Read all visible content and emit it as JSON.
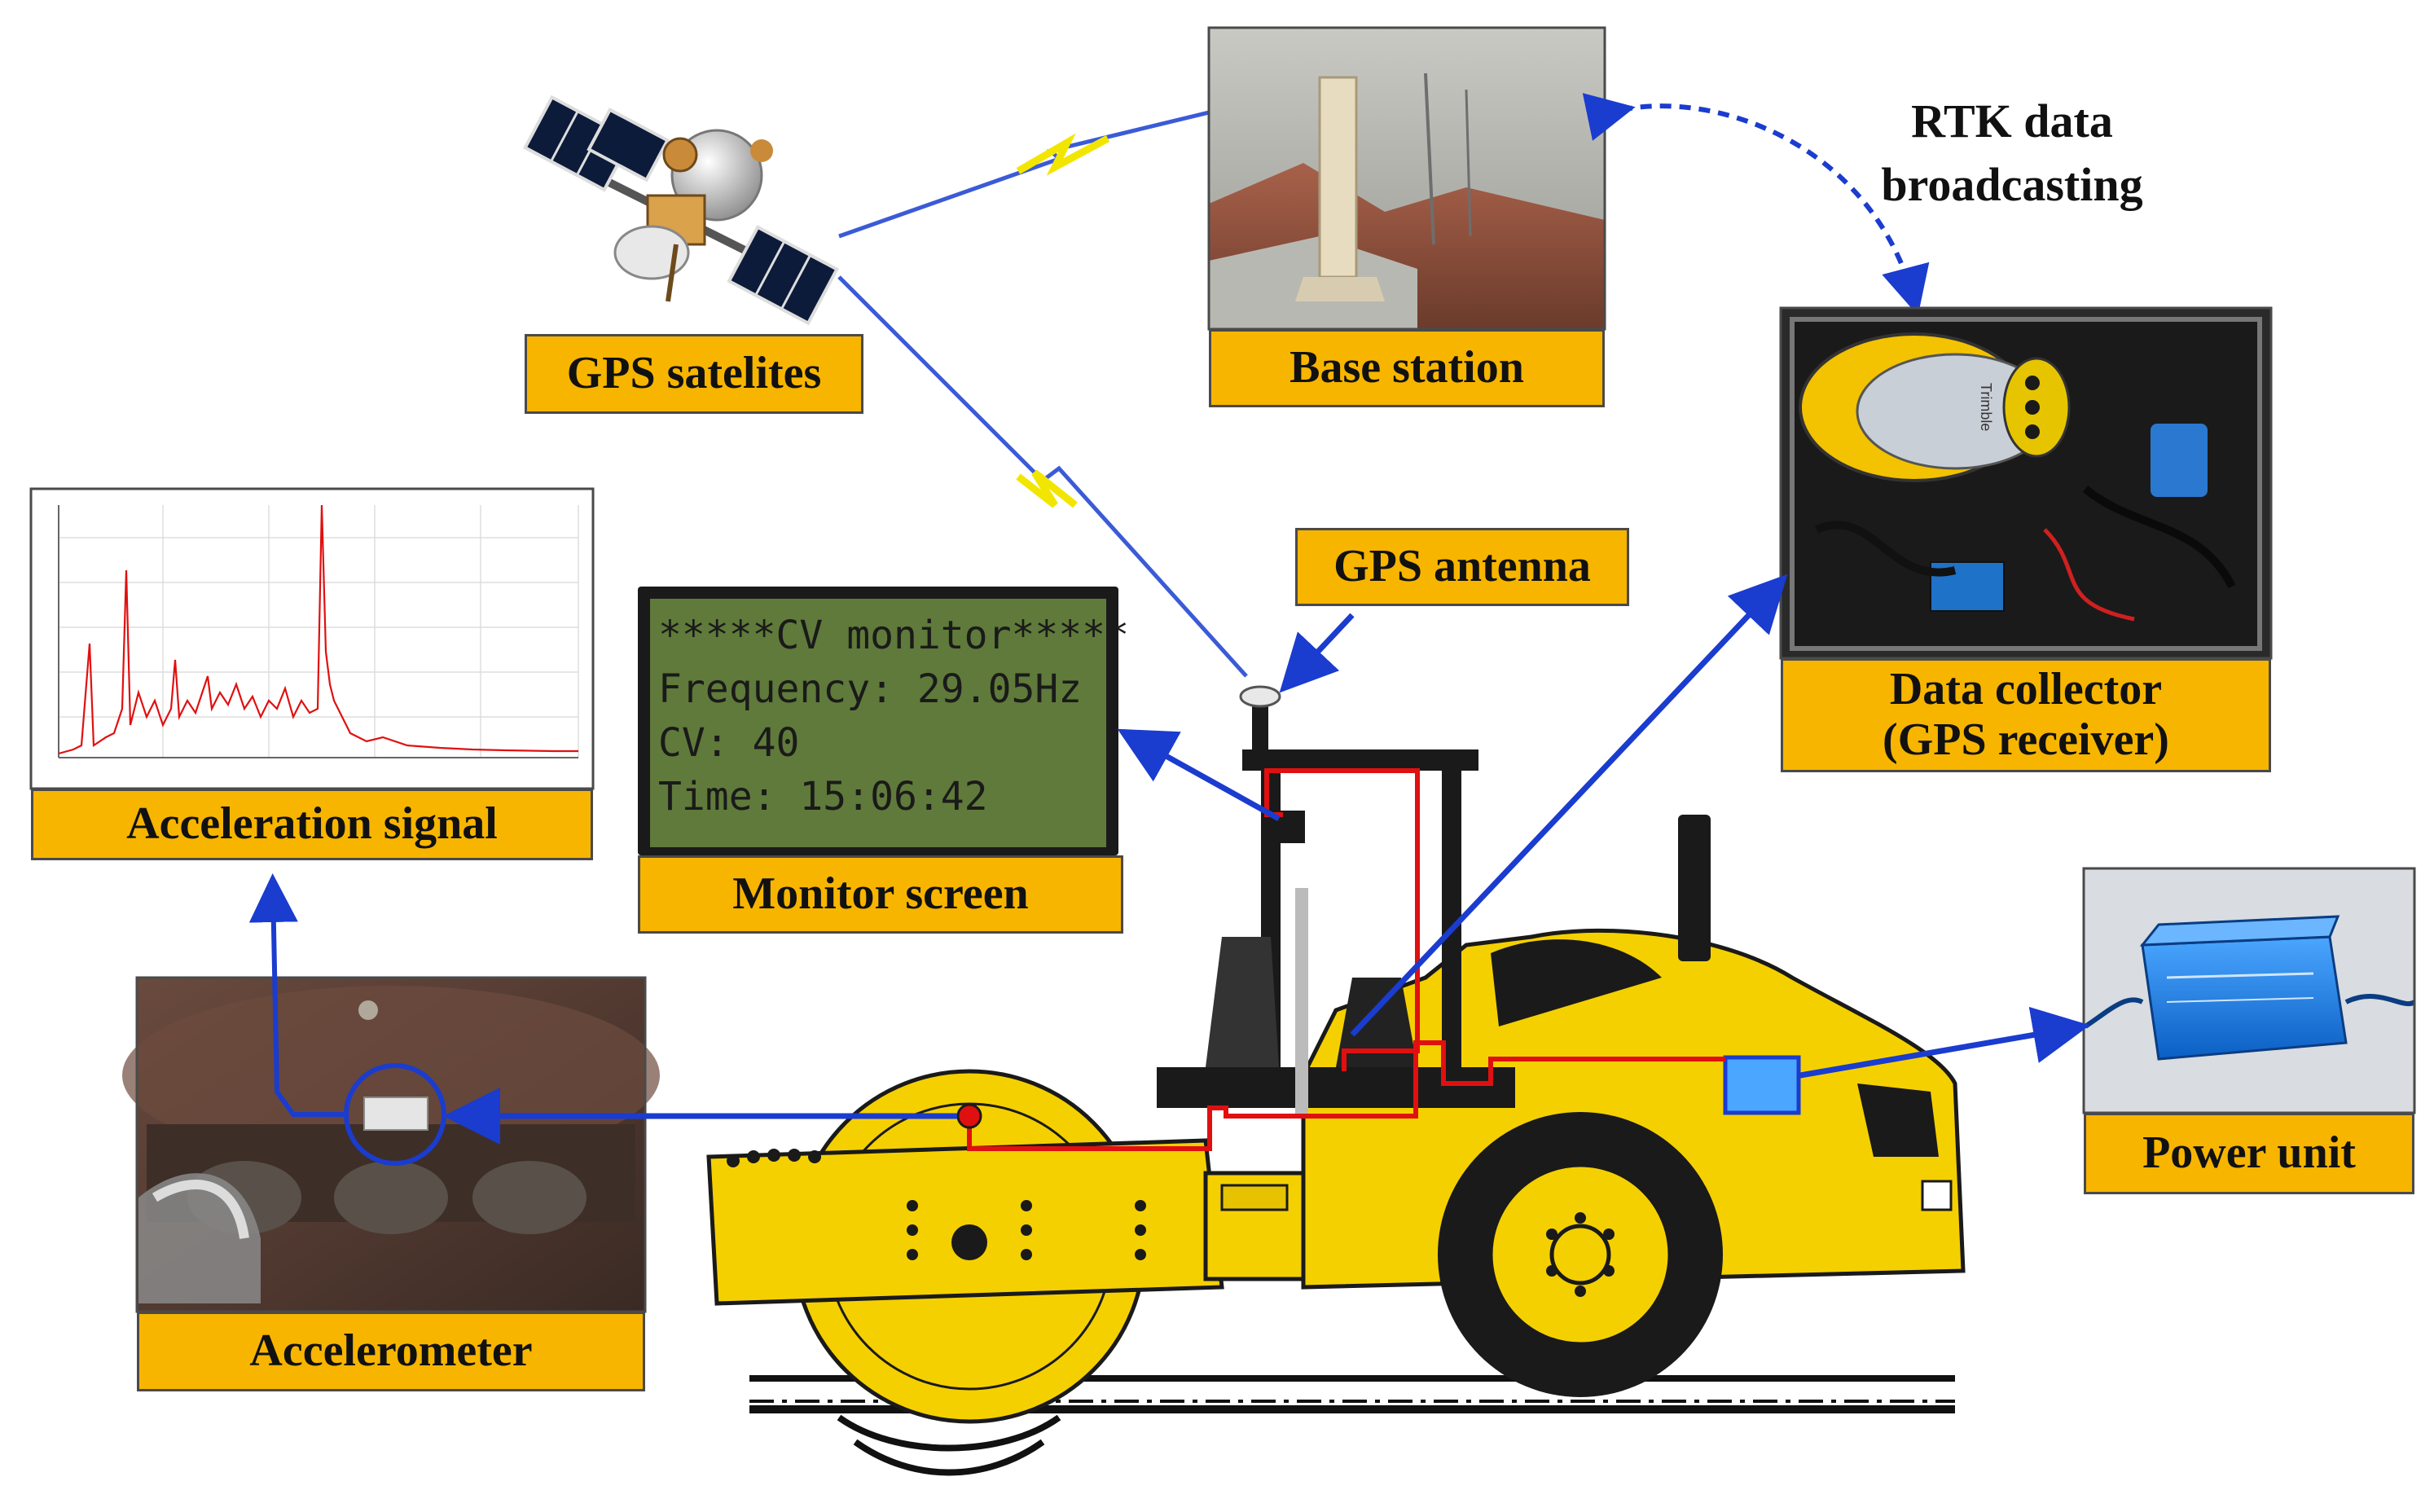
{
  "labels": {
    "gps_satellites": "GPS satelites",
    "base_station": "Base station",
    "rtk_line1": "RTK data",
    "rtk_line2": "broadcasting",
    "data_collector_line1": "Data collector",
    "data_collector_line2": "(GPS receiver)",
    "gps_antenna": "GPS antenna",
    "acceleration_signal": "Acceleration signal",
    "monitor_screen": "Monitor screen",
    "accelerometer": "Accelerometer",
    "power_unit": "Power unit"
  },
  "monitor": {
    "line1": "*****CV monitor*****",
    "line2": "Frequency: 29.05Hz",
    "line3": "CV: 40",
    "line4": "Time: 15:06:42"
  },
  "receiver_brand": "Trimble",
  "colors": {
    "label_fill": "#f7b500",
    "arrow_blue": "#1a3ccf",
    "wire_red": "#e01010",
    "roller_yellow": "#f5d000",
    "lcd_green": "#5f7a3a",
    "signal_red": "#e01010"
  }
}
